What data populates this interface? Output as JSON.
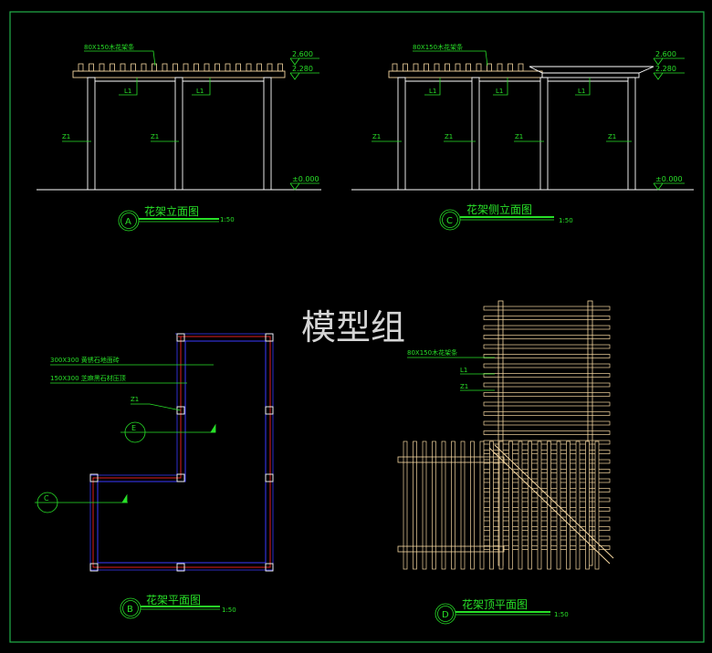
{
  "colors": {
    "background": "#000000",
    "frame": "#21b04a",
    "structure": "#ffffff",
    "timber": "#f4d6a0",
    "annotation": "#28e028",
    "outline_red": "#e02020",
    "outline_blue": "#3a3aff",
    "watermark": "#e8e8e8"
  },
  "watermark": "模型组",
  "elevation_a": {
    "beam_label": "80X150木花架条",
    "level_top": "2.600",
    "level_beam": "2.280",
    "level_ground": "±0.000",
    "beam_tag": "L1",
    "column_tag": "Z1",
    "symbol": "A",
    "title": "花架立面图",
    "scale": "1:50"
  },
  "elevation_c": {
    "beam_label": "80X150木花架条",
    "level_top": "2.600",
    "level_beam": "2.280",
    "level_ground": "±0.000",
    "beam_tag": "L1",
    "column_tag": "Z1",
    "symbol": "C",
    "title": "花架侧立面图",
    "scale": "1:50"
  },
  "plan_b": {
    "note_1": "300X300 黄锈石地面砖",
    "note_2": "150X300 芝麻黑石材压顶",
    "column_tag": "Z1",
    "section_mark": "E",
    "section_mark_2": "C",
    "symbol": "B",
    "title": "花架平面图",
    "scale": "1:50"
  },
  "plan_d": {
    "beam_label": "80X150木花架条",
    "beam_tag": "L1",
    "column_tag": "Z1",
    "symbol": "D",
    "title": "花架顶平面图",
    "scale": "1:50"
  }
}
